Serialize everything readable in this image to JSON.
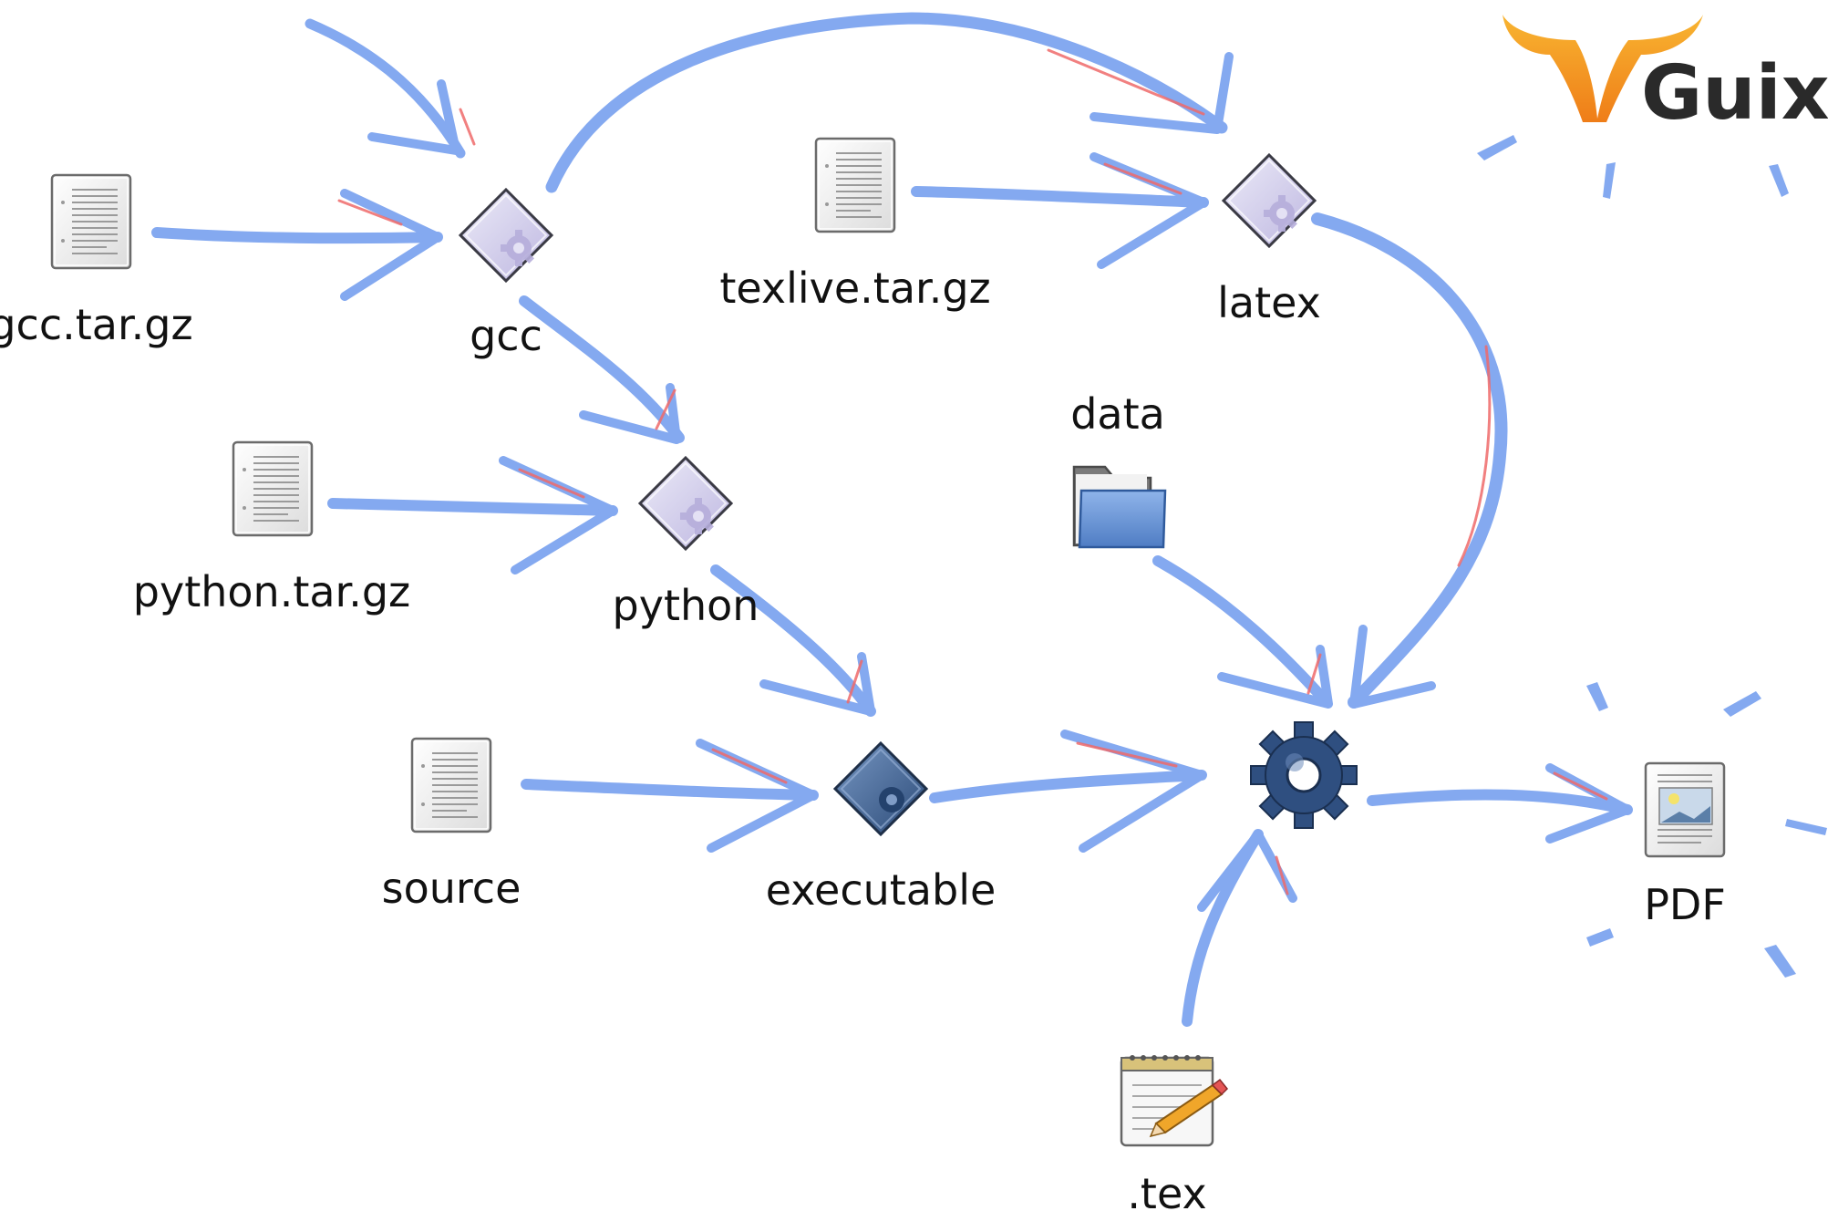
{
  "logo": {
    "text": "Guix"
  },
  "nodes": {
    "gcc_tarball": {
      "label": "gcc.tar.gz",
      "icon": "source-file-icon"
    },
    "gcc": {
      "label": "gcc",
      "icon": "package-icon"
    },
    "texlive_tarball": {
      "label": "texlive.tar.gz",
      "icon": "source-file-icon"
    },
    "latex": {
      "label": "latex",
      "icon": "package-icon"
    },
    "python_tarball": {
      "label": "python.tar.gz",
      "icon": "source-file-icon"
    },
    "python": {
      "label": "python",
      "icon": "package-icon"
    },
    "data": {
      "label": "data",
      "icon": "folder-icon"
    },
    "source": {
      "label": "source",
      "icon": "source-file-icon"
    },
    "executable": {
      "label": "executable",
      "icon": "executable-icon"
    },
    "process": {
      "label": "",
      "icon": "gear-icon"
    },
    "pdf": {
      "label": "PDF",
      "icon": "pdf-document-icon"
    },
    "tex": {
      "label": ".tex",
      "icon": "notepad-pencil-icon"
    }
  },
  "colors": {
    "arrow": "#84a9f0",
    "arrow_highlight": "#ef6a6a",
    "package_icon": "#d8d3ee",
    "executable_icon": "#3b5f8e",
    "gear": "#2f4f80",
    "folder": "#6f9ad8",
    "logo_orange": "#f39a1e",
    "logo_text": "#2a2a2a"
  }
}
